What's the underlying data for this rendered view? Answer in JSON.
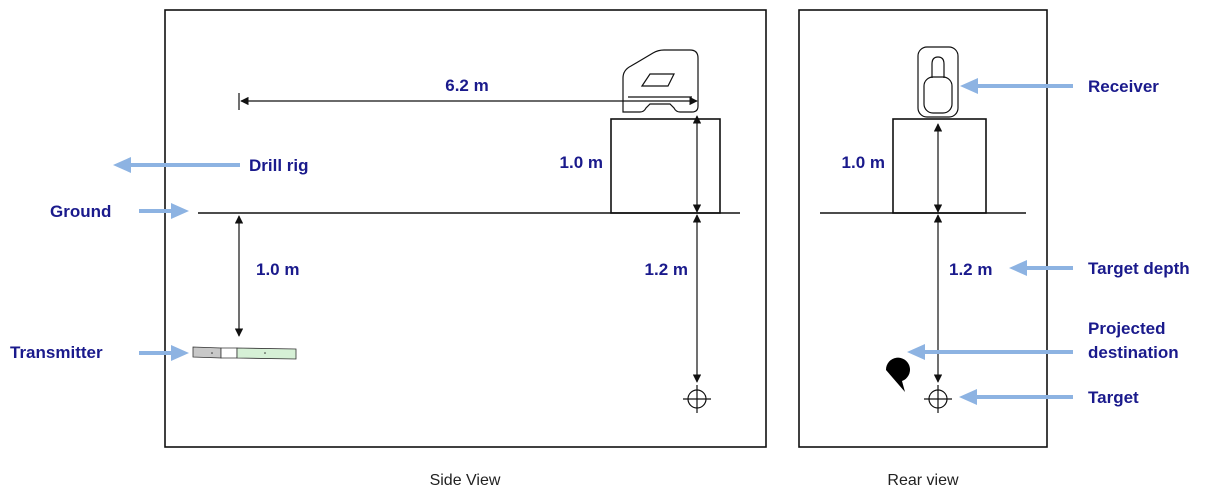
{
  "side_view": {
    "caption": "Side View",
    "horizontal_distance": "6.2 m",
    "receiver_height": "1.0 m",
    "transmitter_depth": "1.0 m",
    "target_depth": "1.2 m",
    "labels": {
      "drill_rig": "Drill rig",
      "ground": "Ground",
      "transmitter": "Transmitter"
    }
  },
  "rear_view": {
    "caption": "Rear view",
    "receiver_height": "1.0 m",
    "target_depth": "1.2 m",
    "labels": {
      "receiver": "Receiver",
      "target_depth": "Target depth",
      "projected_destination_line1": "Projected",
      "projected_destination_line2": "destination",
      "target": "Target"
    }
  },
  "colors": {
    "label_text": "#1a1a8c",
    "pointer_arrow": "#8db3e2",
    "transmitter_back": "#c8c8c8",
    "transmitter_front": "#d6f0d6"
  }
}
